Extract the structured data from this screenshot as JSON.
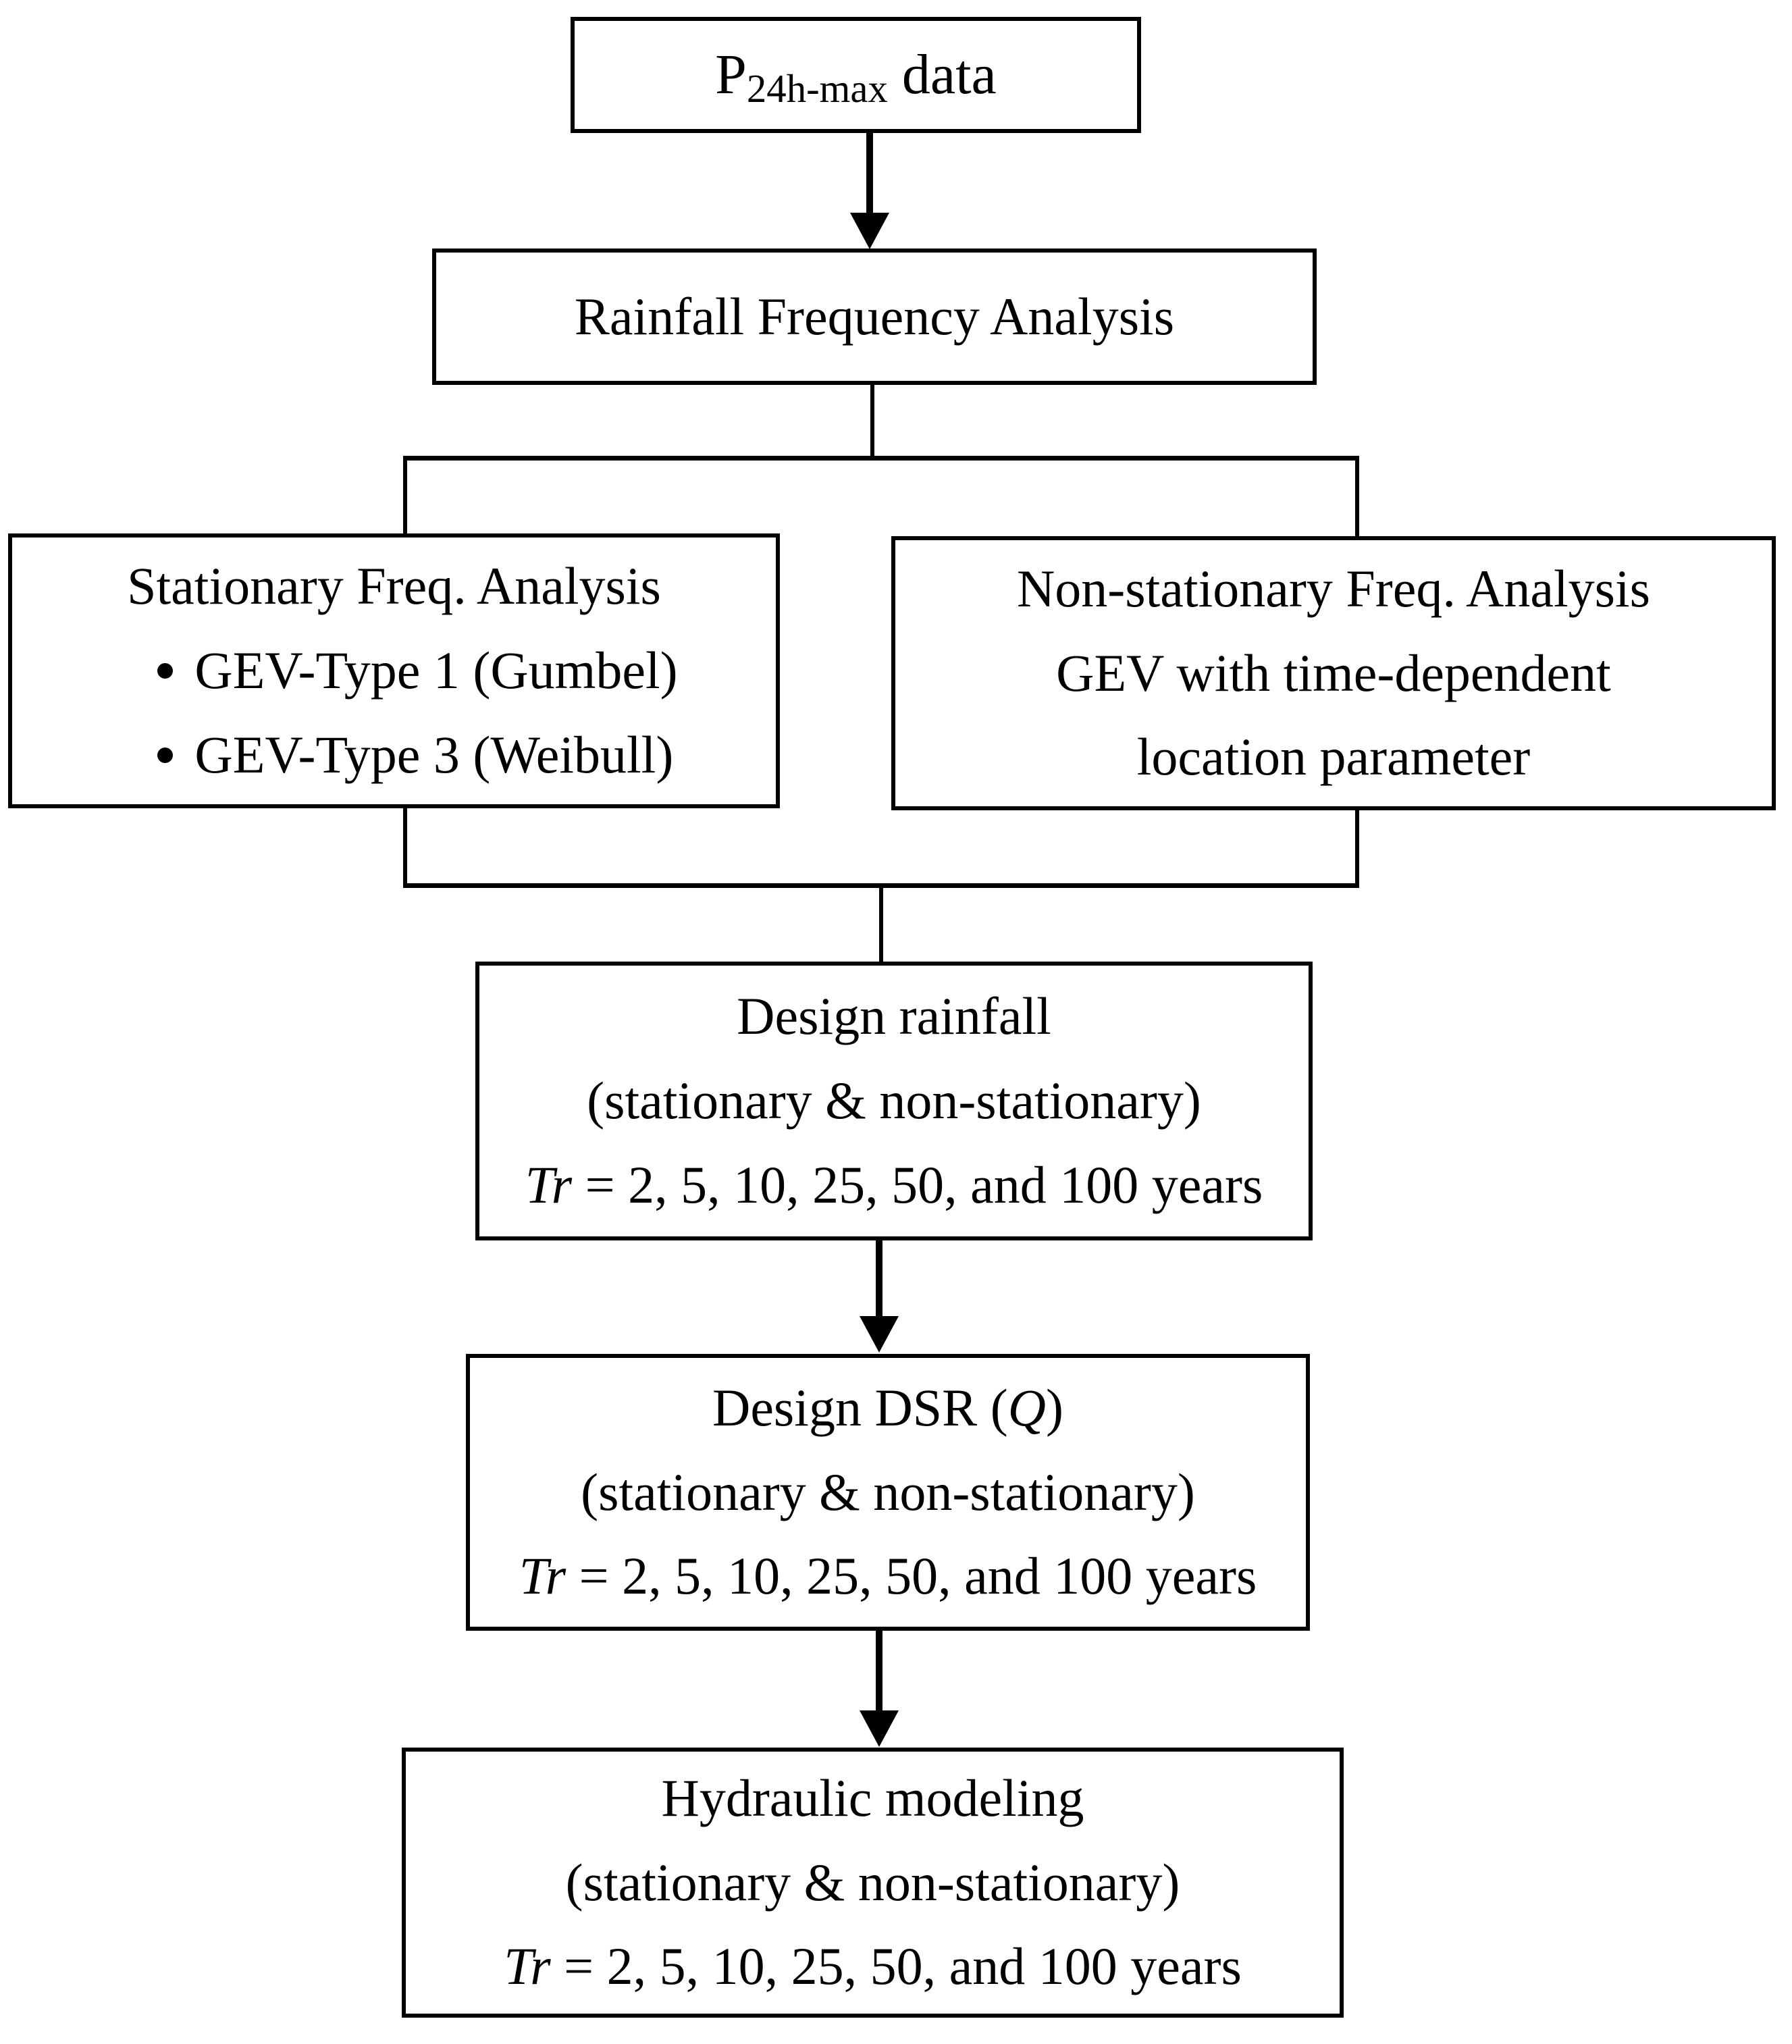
{
  "diagram": {
    "colors": {
      "line": "#000000",
      "background": "#ffffff",
      "text": "#000000"
    },
    "nodes": {
      "p24_data": {
        "prefix": "P",
        "subscript": "24h-max",
        "suffix": " data"
      },
      "rainfall_frequency": {
        "label": "Rainfall Frequency Analysis"
      },
      "stationary": {
        "title": "Stationary Freq. Analysis",
        "bullets": [
          "GEV-Type 1 (Gumbel)",
          "GEV-Type 3 (Weibull)"
        ]
      },
      "non_stationary": {
        "lines": [
          "Non-stationary Freq. Analysis",
          "GEV with time-dependent",
          "location parameter"
        ]
      },
      "design_rainfall": {
        "line1": "Design rainfall",
        "line2": "(stationary & non-stationary)",
        "tr_label": "Tr",
        "tr_rest": " = 2, 5, 10, 25, 50, and 100 years"
      },
      "design_dsr": {
        "line1_pre": "Design DSR (",
        "line1_var": "Q",
        "line1_post": ")",
        "line2": "(stationary & non-stationary)",
        "tr_label": "Tr",
        "tr_rest": " = 2, 5, 10, 25, 50, and 100 years"
      },
      "hydraulic": {
        "line1": "Hydraulic modeling",
        "line2": "(stationary & non-stationary)",
        "tr_label": "Tr",
        "tr_rest": " = 2, 5, 10, 25, 50, and 100 years"
      }
    }
  }
}
